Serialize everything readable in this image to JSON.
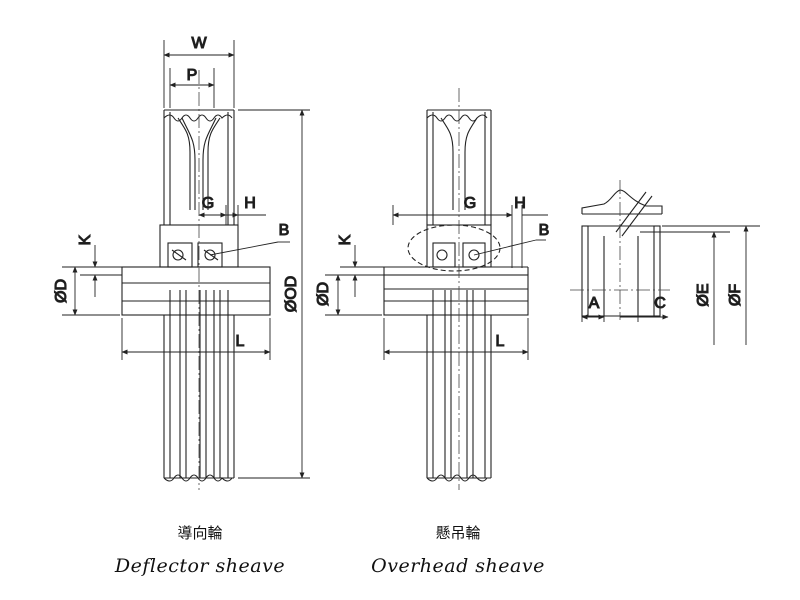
{
  "deflector": {
    "label_cn": "導向輪",
    "label_en": "Deflector sheave",
    "dims": {
      "W": "W",
      "P": "P",
      "G": "G",
      "H": "H",
      "B": "B",
      "K": "K",
      "D": "ØD",
      "OD": "ØOD",
      "L": "L"
    }
  },
  "overhead": {
    "label_cn": "懸吊輪",
    "label_en": "Overhead sheave",
    "dims": {
      "G": "G",
      "H": "H",
      "B": "B",
      "K": "K",
      "D": "ØD",
      "L": "L"
    }
  },
  "detail": {
    "dims": {
      "A": "A",
      "C": "C",
      "E": "ØE",
      "F": "ØF"
    }
  },
  "colors": {
    "line": "#222222",
    "center": "#444444"
  }
}
